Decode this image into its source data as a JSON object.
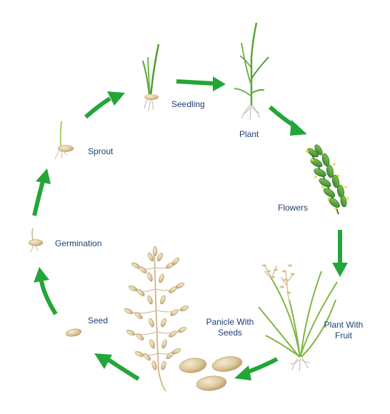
{
  "stages": {
    "seedling": "Seedling",
    "plant": "Plant",
    "flowers": "Flowers",
    "plant_with_fruit": [
      "Plant With",
      "Fruit"
    ],
    "panicle_with_seeds": [
      "Panicle With",
      "Seeds"
    ],
    "seed": "Seed",
    "germination": "Germination",
    "sprout": "Sprout"
  },
  "colors": {
    "arrow": "#23a638",
    "stem": "#5aa53a",
    "leaf": "#2f7d32",
    "flower": "#e8e22a",
    "grain": "#dcc79a",
    "grain_dark": "#c2a874",
    "root": "#bfb5a8",
    "label": "#1f3f73"
  },
  "icons": [
    "cycle-arrow-icon",
    "rice-grain-icon",
    "rice-plant-icon",
    "rice-panicle-icon"
  ]
}
